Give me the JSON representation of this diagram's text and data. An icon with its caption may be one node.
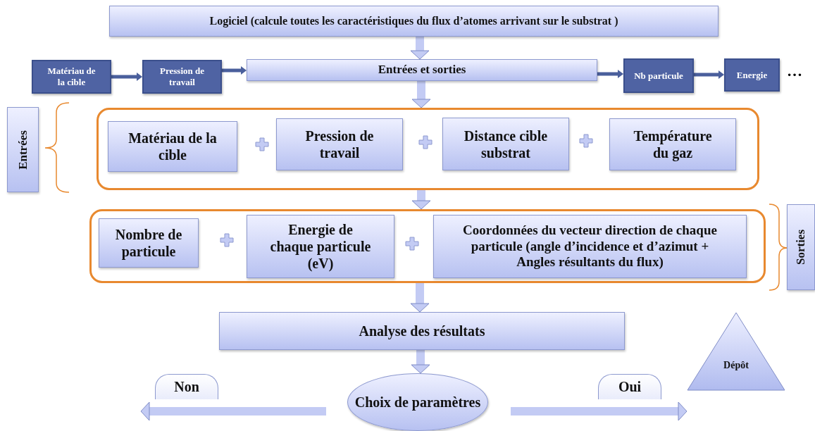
{
  "diagram": {
    "nodes": [
      {
        "text": [
          "Logiciel (calcule toutes les caractéristiques du flux d’atomes arrivant sur  le substrat )"
        ]
      },
      {
        "text": [
          "Matériau de la cible"
        ]
      },
      {
        "text": [
          "Pression de travail"
        ]
      },
      {
        "text": [
          "Entrées et sorties"
        ]
      },
      {
        "text": [
          "Nb particule"
        ]
      },
      {
        "text": [
          "Energie"
        ],
        "beside": [
          "…"
        ]
      },
      {
        "text": [
          "Entrées"
        ]
      },
      {
        "text": [],
        "shape": "box"
      },
      {
        "text": [
          "Matériau de la cible"
        ],
        "in": 7
      },
      {
        "text": [
          "Pression de travail"
        ],
        "in": 7
      },
      {
        "text": [
          "Distance cible substrat"
        ],
        "in": 7
      },
      {
        "text": [
          "Température du gaz"
        ],
        "in": 7
      },
      {
        "text": [],
        "shape": "box"
      },
      {
        "text": [
          "Nombre de particule"
        ],
        "in": 12
      },
      {
        "text": [
          "Energie de chaque particule (eV)"
        ],
        "in": 12
      },
      {
        "text": [
          "Coordonnées du vecteur direction de chaque particule (angle d’incidence et d’azimut + Angles résultants du flux)"
        ],
        "in": 12
      },
      {
        "text": [
          "Sorties"
        ]
      },
      {
        "text": [
          "Analyse des résultats"
        ]
      },
      {
        "text": [
          "Choix de paramètres"
        ]
      },
      {
        "text": [
          "Dépôt"
        ]
      }
    ],
    "edges": [
      {
        "from": 0,
        "to": 3,
        "arrow": "to"
      },
      {
        "from": 1,
        "to": 2,
        "arrow": "to",
        "color": "#4a5f9c"
      },
      {
        "from": 2,
        "to": 3,
        "arrow": "to",
        "color": "#4a5f9c"
      },
      {
        "from": 3,
        "to": 4,
        "arrow": "to",
        "color": "#4a5f9c"
      },
      {
        "from": 4,
        "to": 5,
        "arrow": "to",
        "color": "#4a5f9c"
      },
      {
        "from": 3,
        "to": 7,
        "arrow": "to"
      },
      {
        "from": 7,
        "to": 12,
        "arrow": "to"
      },
      {
        "from": 12,
        "to": 17,
        "arrow": "to"
      },
      {
        "from": 17,
        "to": 18,
        "arrow": "to"
      },
      {
        "from": 18,
        "to": null,
        "arrow": "to",
        "label": "Non"
      },
      {
        "from": 18,
        "to": 19,
        "arrow": "to",
        "label": "Oui"
      }
    ]
  }
}
